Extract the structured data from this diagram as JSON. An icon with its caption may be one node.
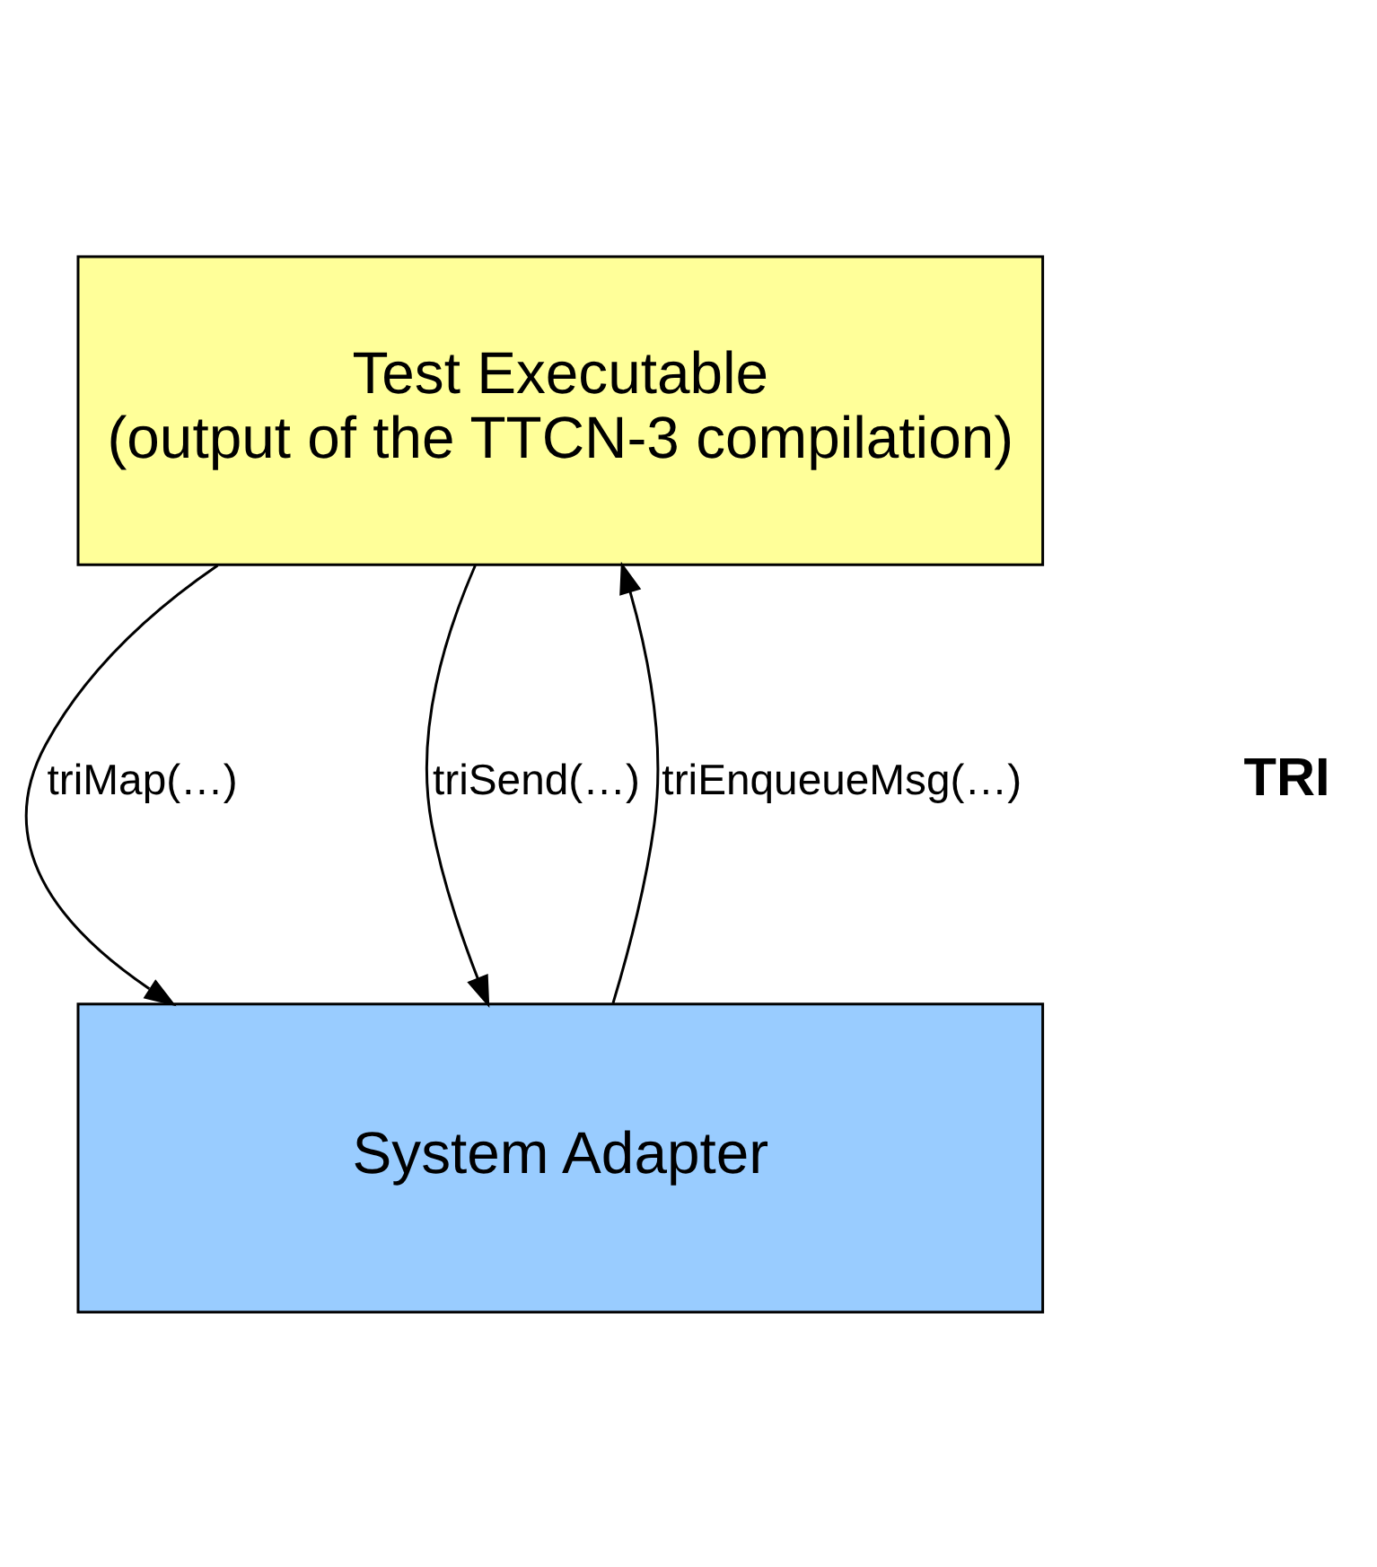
{
  "diagram": {
    "nodes": [
      {
        "text": [
          "Test Executable",
          "(output of the TTCN-3 compilation)"
        ]
      },
      {
        "text": [
          "System Adapter"
        ]
      }
    ],
    "edges": [
      {
        "from": 0,
        "to": 1,
        "arrow": "to",
        "label": "triMap(…)"
      },
      {
        "from": 0,
        "to": 1,
        "arrow": "to",
        "label": "triSend(…)"
      },
      {
        "from": 1,
        "to": 0,
        "arrow": "to",
        "label": "triEnqueueMsg(…)"
      }
    ],
    "labels": [
      "TRI"
    ]
  }
}
